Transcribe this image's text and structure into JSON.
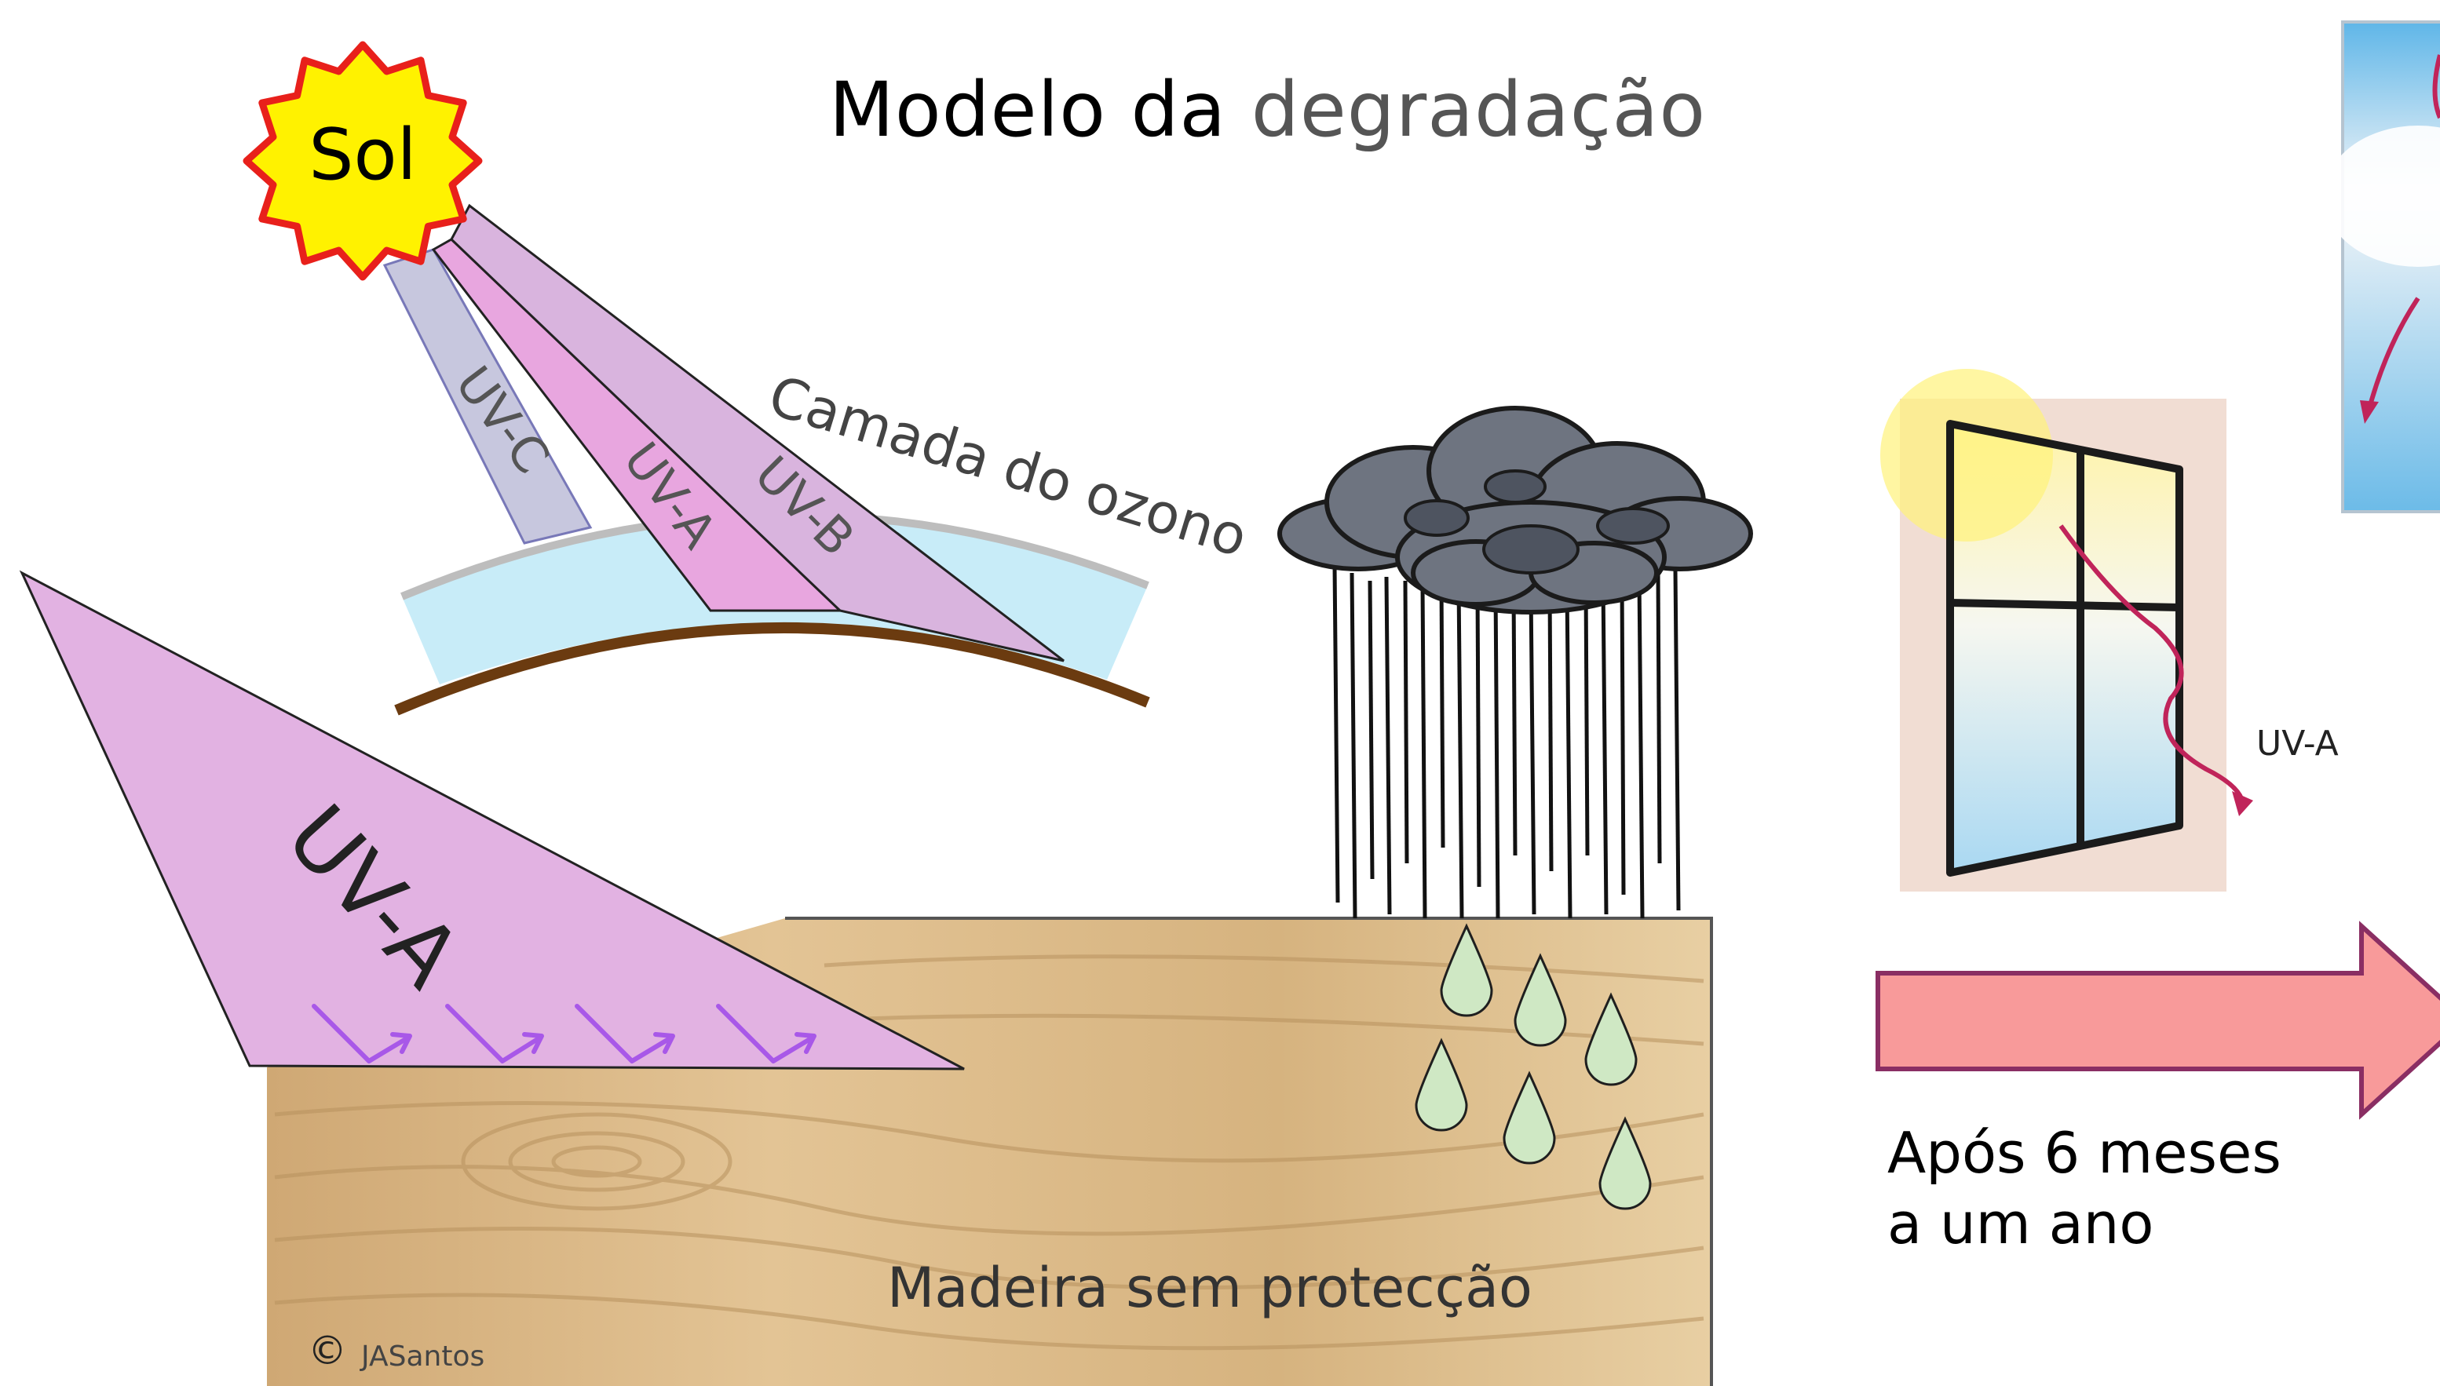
{
  "title": {
    "part1": "Modelo da",
    "part2": "degradação"
  },
  "sun": {
    "label": "Sol"
  },
  "beams": {
    "uvc": "UV-C",
    "uva": "UV-A",
    "uvb": "UV-B"
  },
  "ozone_layer": {
    "label": "Camada do ozono"
  },
  "ground_beam": {
    "label": "UV-A"
  },
  "wood": {
    "label": "Madeira sem protecção"
  },
  "credit": {
    "symbol": "©",
    "author": "JASantos"
  },
  "window_panel": {
    "label": "UV-A"
  },
  "arrow": {
    "caption_line1": "Após 6 meses",
    "caption_line2": "a um ano"
  },
  "colors": {
    "sun_fill": "#fff200",
    "sun_border": "#e8201b",
    "uvc": "#c5c5dc",
    "uva": "#e6a8de",
    "uvb": "#d8b4dd",
    "ozone": "#c8ecf8",
    "earth": "#6b3b10",
    "wood": "#d9b98a",
    "cloud": "#6e7480",
    "arrow_fill": "#f89a9a",
    "arrow_border": "#8a2e63",
    "drop": "#cfe8c4"
  }
}
